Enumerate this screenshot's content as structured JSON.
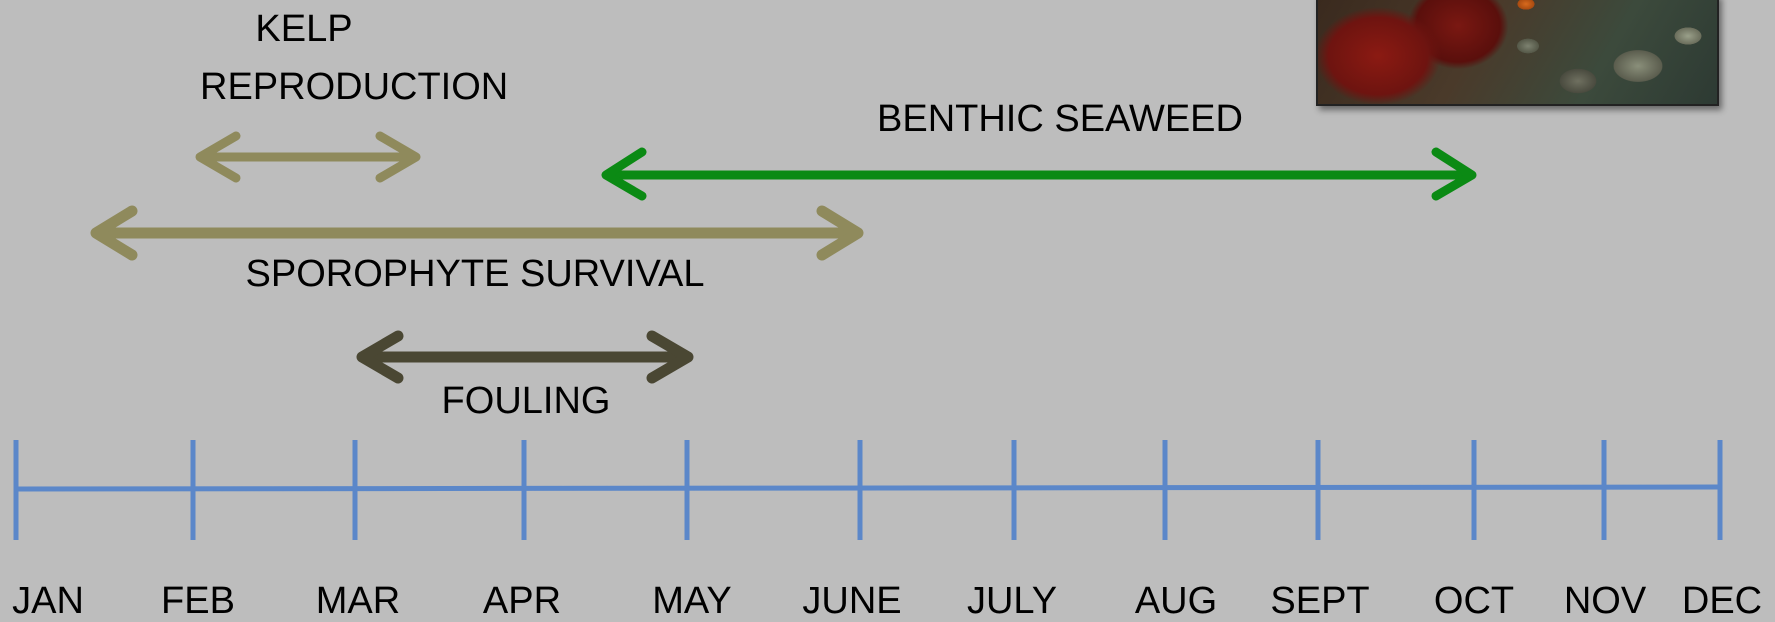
{
  "timeline": {
    "months": [
      "JAN",
      "FEB",
      "MAR",
      "APR",
      "MAY",
      "JUNE",
      "JULY",
      "AUG",
      "SEPT",
      "OCT",
      "NOV",
      "DEC"
    ],
    "axis_color": "#5b87c9"
  },
  "periods": {
    "kelp_reproduction": {
      "label_line1": "KELP",
      "label_line2": "REPRODUCTION",
      "color": "#8f8a5c"
    },
    "benthic_seaweed": {
      "label": "BENTHIC SEAWEED",
      "color": "#0b8a14"
    },
    "sporophyte_survival": {
      "label": "SPOROPHYTE SURVIVAL",
      "color": "#8f8a5c"
    },
    "fouling": {
      "label": "FOULING",
      "color": "#4a4733"
    }
  },
  "photo": {
    "subject": "underwater-seaweed-photo"
  }
}
